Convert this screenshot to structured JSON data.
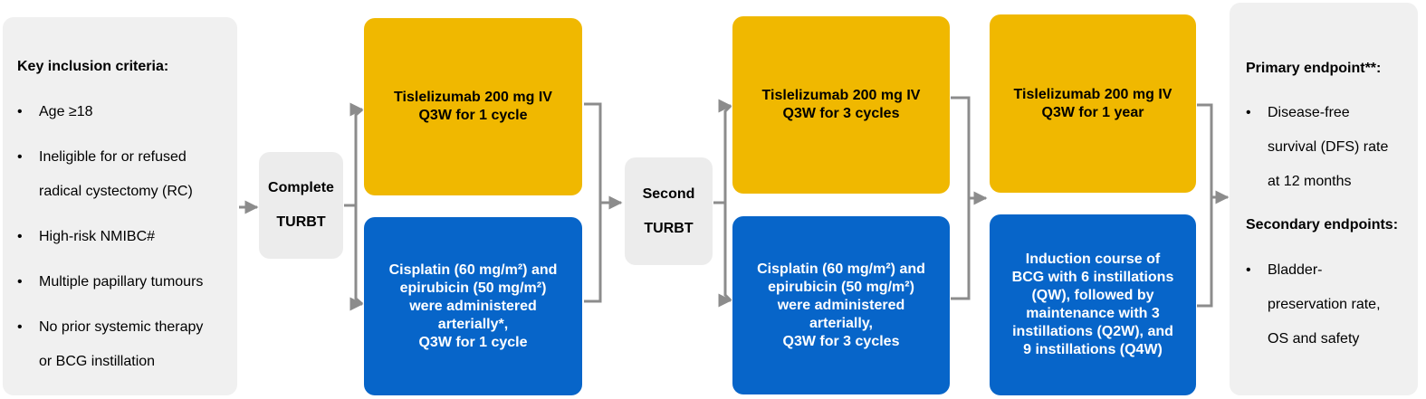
{
  "inclusion": {
    "title": "Key inclusion  criteria:",
    "items": [
      "Age ≥18",
      "Ineligible for or refused\nradical cystectomy (RC)",
      "High-risk NMIBC#",
      "Multiple  papillary  tumours",
      "No prior systemic therapy\nor BCG instillation"
    ]
  },
  "turbt1": {
    "line1": "Complete",
    "line2": "TURBT"
  },
  "turbt2": {
    "line1": "Second",
    "line2": "TURBT"
  },
  "arm1_yellow": "Tislelizumab  200 mg IV\nQ3W for 1 cycle",
  "arm1_blue": "Cisplatin (60 mg/m²) and\nepirubicin  (50 mg/m²)\nwere administered\narterially*,\nQ3W for 1 cycle",
  "arm2_yellow": "Tislelizumab  200 mg IV\nQ3W for 3 cycles",
  "arm2_blue": "Cisplatin (60 mg/m²) and\nepirubicin (50 mg/m²)\nwere administered\narterially,\nQ3W for 3 cycles",
  "arm3_yellow": "Tislelizumab  200 mg IV\nQ3W for 1 year",
  "arm3_blue": "Induction course of\nBCG with 6 instillations\n(QW), followed by\nmaintenance with 3\ninstillations  (Q2W), and\n9 instillations  (Q4W)",
  "endpoints": {
    "primary_title": "Primary endpoint**:",
    "primary_items": [
      "Disease-free\nsurvival  (DFS) rate\nat 12 months"
    ],
    "secondary_title": "Secondary endpoints:",
    "secondary_items": [
      "Bladder-\npreservation rate,\nOS and safety"
    ]
  },
  "colors": {
    "yellow": "#f0b800",
    "blue": "#0765c9",
    "grey_panel": "#f0f0f0",
    "connector": "#8c8c8c"
  }
}
